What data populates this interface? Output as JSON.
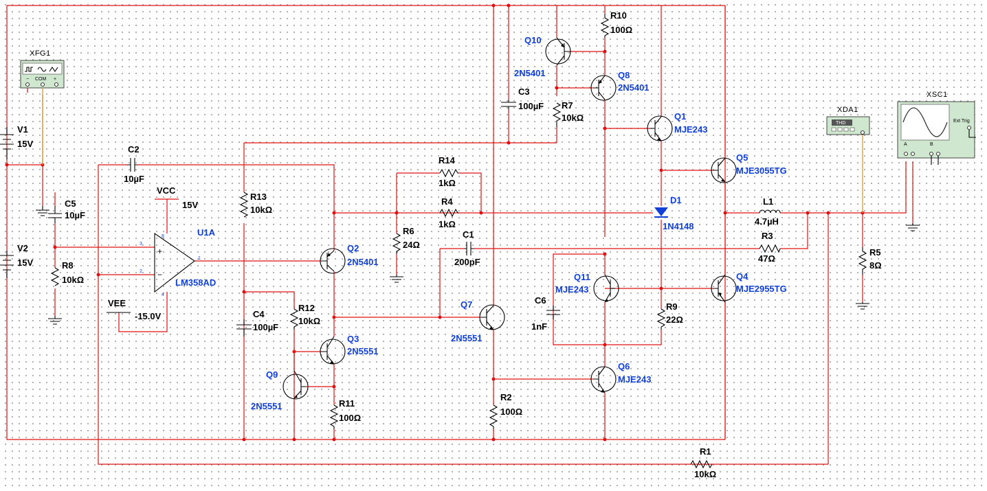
{
  "instruments": {
    "function_generator": {
      "ref": "XFG1",
      "com": "COM",
      "minus": "−",
      "plus": "+"
    },
    "distortion_analyzer": {
      "ref": "XDA1",
      "display": "THD"
    },
    "oscilloscope": {
      "ref": "XSC1",
      "ext_trig": "Ext Trig",
      "channel_a": "A",
      "channel_b": "B"
    }
  },
  "sources": {
    "v1": {
      "ref": "V1",
      "value": "15V"
    },
    "v2": {
      "ref": "V2",
      "value": "15V"
    },
    "vcc": {
      "ref": "VCC",
      "value": "15V"
    },
    "vee": {
      "ref": "VEE",
      "value": "-15.0V"
    }
  },
  "opamp": {
    "ref": "U1A",
    "model": "LM358AD",
    "pin3": "3",
    "pin2": "2",
    "pin1": "1",
    "pin8": "8",
    "pin4": "4"
  },
  "resistors": {
    "r1": {
      "ref": "R1",
      "value": "10kΩ"
    },
    "r2": {
      "ref": "R2",
      "value": "100Ω"
    },
    "r3": {
      "ref": "R3",
      "value": "47Ω"
    },
    "r4": {
      "ref": "R4",
      "value": "1kΩ"
    },
    "r5": {
      "ref": "R5",
      "value": "8Ω"
    },
    "r6": {
      "ref": "R6",
      "value": "24Ω"
    },
    "r7": {
      "ref": "R7",
      "value": "10kΩ"
    },
    "r8": {
      "ref": "R8",
      "value": "10kΩ"
    },
    "r9": {
      "ref": "R9",
      "value": "22Ω"
    },
    "r10": {
      "ref": "R10",
      "value": "100Ω"
    },
    "r11": {
      "ref": "R11",
      "value": "100Ω"
    },
    "r12": {
      "ref": "R12",
      "value": "10kΩ"
    },
    "r13": {
      "ref": "R13",
      "value": "10kΩ"
    },
    "r14": {
      "ref": "R14",
      "value": "1kΩ"
    }
  },
  "capacitors": {
    "c1": {
      "ref": "C1",
      "value": "200pF"
    },
    "c2": {
      "ref": "C2",
      "value": "10µF"
    },
    "c3": {
      "ref": "C3",
      "value": "100µF"
    },
    "c4": {
      "ref": "C4",
      "value": "100µF"
    },
    "c5": {
      "ref": "C5",
      "value": "10µF"
    },
    "c6": {
      "ref": "C6",
      "value": "1nF"
    }
  },
  "inductor": {
    "ref": "L1",
    "value": "4.7µH"
  },
  "diode": {
    "ref": "D1",
    "model": "1N4148"
  },
  "transistors": {
    "q1": {
      "ref": "Q1",
      "model": "MJE243"
    },
    "q2": {
      "ref": "Q2",
      "model": "2N5401"
    },
    "q3": {
      "ref": "Q3",
      "model": "2N5551"
    },
    "q4": {
      "ref": "Q4",
      "model": "MJE2955TG"
    },
    "q5": {
      "ref": "Q5",
      "model": "MJE3055TG"
    },
    "q6": {
      "ref": "Q6",
      "model": "MJE243"
    },
    "q7": {
      "ref": "Q7",
      "model": "2N5551"
    },
    "q8": {
      "ref": "Q8",
      "model": "2N5401"
    },
    "q9": {
      "ref": "Q9",
      "model": "2N5551"
    },
    "q10": {
      "ref": "Q10",
      "model": "2N5401"
    },
    "q11": {
      "ref": "Q11",
      "model": "MJE243"
    }
  }
}
